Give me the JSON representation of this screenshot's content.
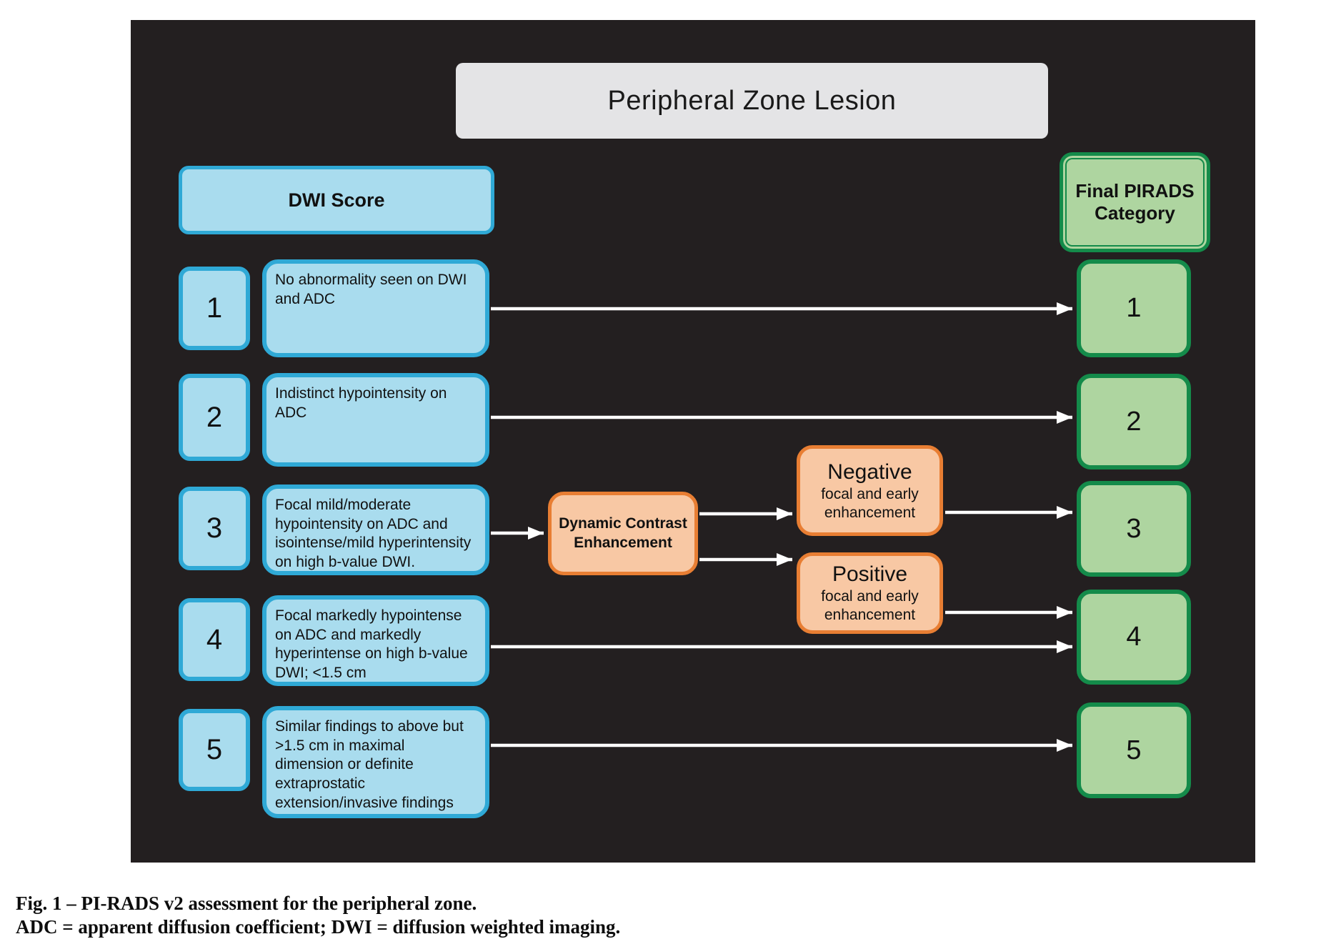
{
  "figure": {
    "title": "Peripheral Zone Lesion",
    "dwi_header": "DWI Score",
    "final_header": "Final PIRADS Category",
    "rows": [
      {
        "score": "1",
        "description": "No abnormality seen on DWI and ADC",
        "category": "1"
      },
      {
        "score": "2",
        "description": "Indistinct hypointensity on ADC",
        "category": "2"
      },
      {
        "score": "3",
        "description": "Focal mild/moderate hypointensity on ADC and isointense/mild hyperintensity on high b-value DWI.",
        "category": "3"
      },
      {
        "score": "4",
        "description": "Focal markedly hypointense on ADC and markedly hyperintense on high b-value DWI; <1.5 cm",
        "category": "4"
      },
      {
        "score": "5",
        "description": "Similar findings to above but >1.5 cm in maximal dimension or definite extraprostatic extension/invasive findings",
        "category": "5"
      }
    ],
    "dce_label": "Dynamic Contrast Enhancement",
    "negative": {
      "title": "Negative",
      "subtitle": "focal and early enhancement"
    },
    "positive": {
      "title": "Positive",
      "subtitle": "focal and early enhancement"
    }
  },
  "caption": {
    "line1": "Fig. 1 – PI-RADS v2 assessment for the peripheral zone.",
    "line2": "ADC = apparent diffusion coefficient; DWI = diffusion weighted imaging."
  },
  "colors": {
    "panel_background": "#231F20",
    "blue_fill": "#A9DCEE",
    "blue_border": "#2FA9D6",
    "green_fill": "#AED5A0",
    "green_border": "#148B4A",
    "orange_fill": "#F8C8A4",
    "orange_border": "#E87E33",
    "title_fill": "#E4E4E6",
    "arrow": "#FFFFFF"
  }
}
